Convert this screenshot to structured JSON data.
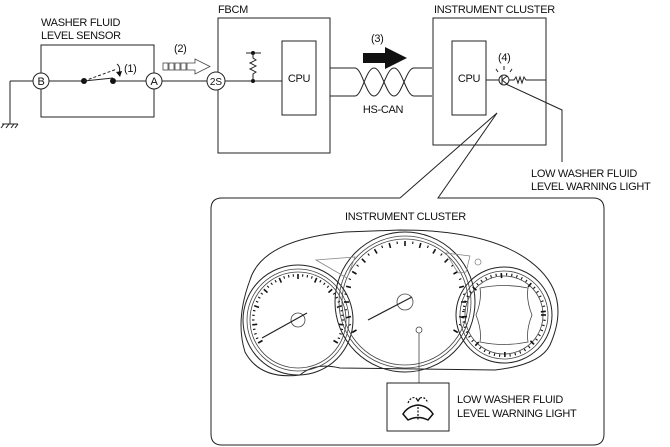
{
  "diagram": {
    "sensor": {
      "title_line1": "WASHER FLUID",
      "title_line2": "LEVEL SENSOR",
      "terminal_b": "B",
      "terminal_a": "A",
      "step_label": "(1)"
    },
    "signal_step": "(2)",
    "fbcm": {
      "title": "FBCM",
      "terminal": "2S",
      "cpu_label": "CPU"
    },
    "can": {
      "step_label": "(3)",
      "bus_label": "HS-CAN"
    },
    "cluster": {
      "title": "INSTRUMENT CLUSTER",
      "cpu_label": "CPU",
      "step_label": "(4)",
      "lamp_callout_line1": "LOW WASHER FLUID",
      "lamp_callout_line2": "LEVEL WARNING LIGHT"
    },
    "detail": {
      "title": "INSTRUMENT CLUSTER",
      "callout_line1": "LOW WASHER FLUID",
      "callout_line2": "LEVEL WARNING LIGHT",
      "icon": "washer-fluid-warning-icon"
    }
  }
}
